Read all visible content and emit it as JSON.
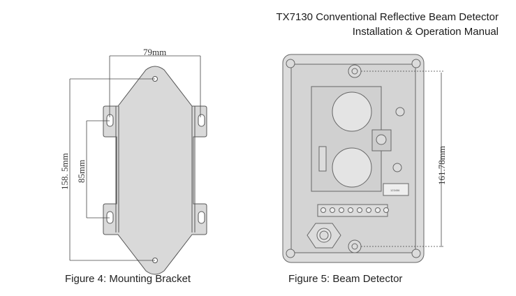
{
  "header": {
    "line1": "TX7130 Conventional Reflective Beam Detector",
    "line2": "Installation & Operation Manual"
  },
  "figure4": {
    "caption": "Figure 4: Mounting Bracket",
    "dim_width": "79mm",
    "dim_height": "158. 5mm",
    "dim_hole_spacing": "85mm"
  },
  "figure5": {
    "caption": "Figure 5: Beam Detector",
    "dim_height": "161.78mm",
    "dip_labels": "123456"
  }
}
